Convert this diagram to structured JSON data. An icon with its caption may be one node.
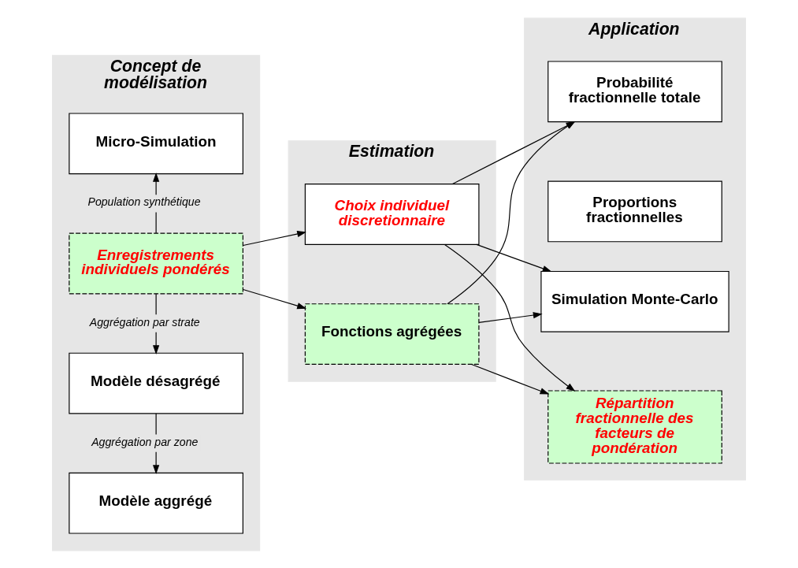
{
  "diagram": {
    "nodes": [
      {
        "text": [
          "Concept de modélisation"
        ]
      },
      {
        "text": [
          "Micro-Simulation"
        ],
        "in": 0
      },
      {
        "text": [
          "Enregistrements individuels pondérés"
        ],
        "in": 0
      },
      {
        "text": [
          "Modèle désagrégé"
        ],
        "in": 0
      },
      {
        "text": [
          "Modèle aggrégé"
        ],
        "in": 0
      },
      {
        "text": [
          "Estimation"
        ]
      },
      {
        "text": [
          "Choix individuel discretionnaire"
        ],
        "in": 5
      },
      {
        "text": [
          "Fonctions agrégées"
        ],
        "in": 5
      },
      {
        "text": [
          "Application"
        ]
      },
      {
        "text": [
          "Simulation Monte-Carlo"
        ],
        "in": 8
      },
      {
        "text": [
          "Répartition fractionnelle des facteurs de pondération"
        ],
        "in": 8
      },
      {
        "text": [
          "Probabilité fractionnelle totale"
        ],
        "in": 8
      },
      {
        "text": [
          "Proportions fractionnelles"
        ],
        "in": 8
      }
    ],
    "edges": [
      {
        "from": 2,
        "to": 1,
        "arrow": "to",
        "label": "Population synthétique"
      },
      {
        "from": 2,
        "to": 3,
        "arrow": "to",
        "label": "Aggrégation par strate"
      },
      {
        "from": 3,
        "to": 4,
        "arrow": "to",
        "label": "Aggrégation par zone"
      },
      {
        "from": 2,
        "to": 6,
        "arrow": "to"
      },
      {
        "from": 2,
        "to": 7,
        "arrow": "to"
      },
      {
        "from": 6,
        "to": 9,
        "arrow": "to"
      },
      {
        "from": 6,
        "to": 10,
        "arrow": "to"
      },
      {
        "from": 6,
        "to": 11,
        "arrow": "to"
      },
      {
        "from": 7,
        "to": 9,
        "arrow": "to"
      },
      {
        "from": 7,
        "to": 10,
        "arrow": "to"
      },
      {
        "from": 7,
        "to": 11,
        "arrow": "to"
      }
    ]
  }
}
